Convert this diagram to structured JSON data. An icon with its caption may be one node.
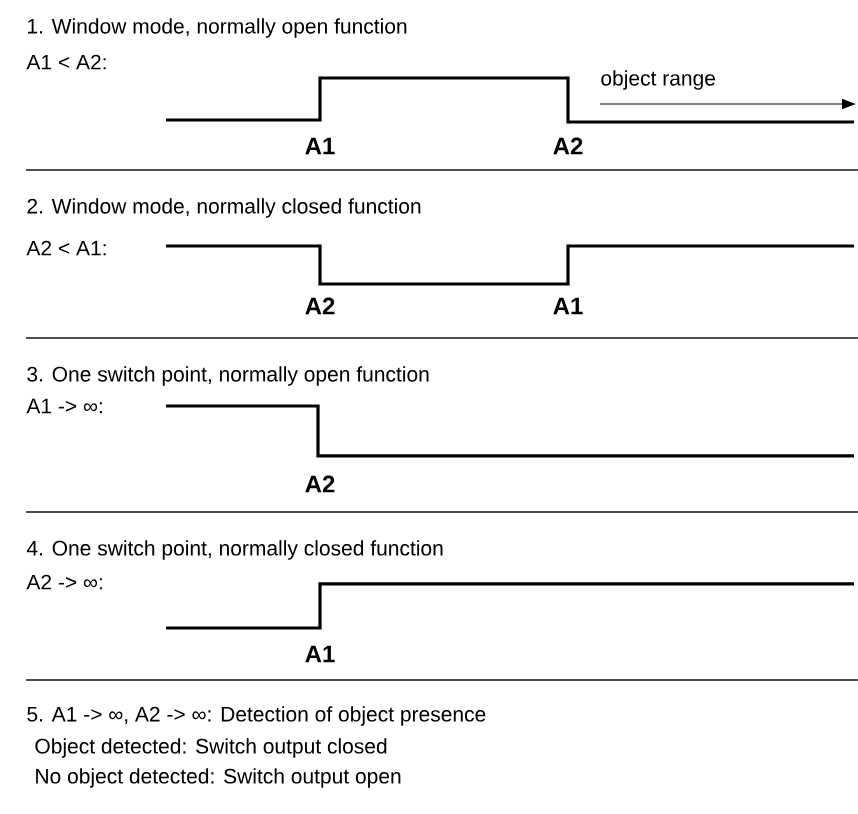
{
  "diagram": {
    "labels": [
      "1. Window mode, normally open function",
      "A1 < A2:",
      "object range",
      "A1",
      "A2",
      "2. Window mode, normally closed function",
      "A2 < A1:",
      "A2",
      "A1",
      "3. One switch point, normally open function",
      "A1 -> ∞:",
      "A2",
      "4. One switch point, normally closed function",
      "A2 -> ∞:",
      "A1",
      "5. A1 -> ∞, A2 -> ∞: Detection of object presence",
      "Object detected: Switch output closed",
      "No object detected: Switch output open"
    ]
  }
}
